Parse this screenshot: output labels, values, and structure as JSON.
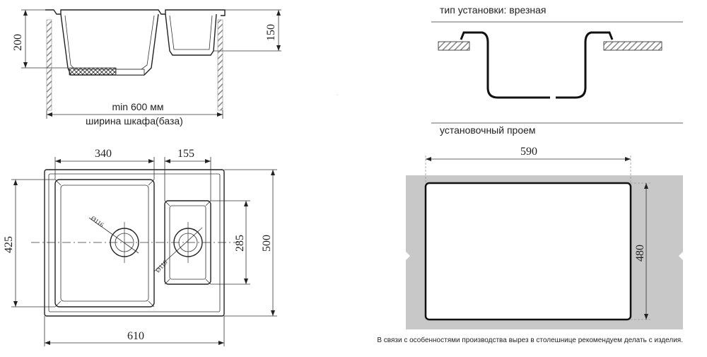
{
  "side_view": {
    "dim_200": "200",
    "dim_150": "150",
    "min_width_label": "min 600 мм",
    "cabinet_label": "ширина шкафа(база)"
  },
  "install_type": {
    "label": "тип установки: врезная",
    "opening_label": "установочный проем"
  },
  "top_view": {
    "dim_340": "340",
    "dim_155": "155",
    "dim_425": "425",
    "dim_285": "285",
    "dim_500": "500",
    "dim_610": "610",
    "drain_big": "Ø116",
    "drain_small": "Ø116"
  },
  "cutout": {
    "dim_590": "590",
    "dim_480": "480",
    "note": "В связи с особенностями производства вырез в столешнице рекомендуем делать с изделия."
  }
}
